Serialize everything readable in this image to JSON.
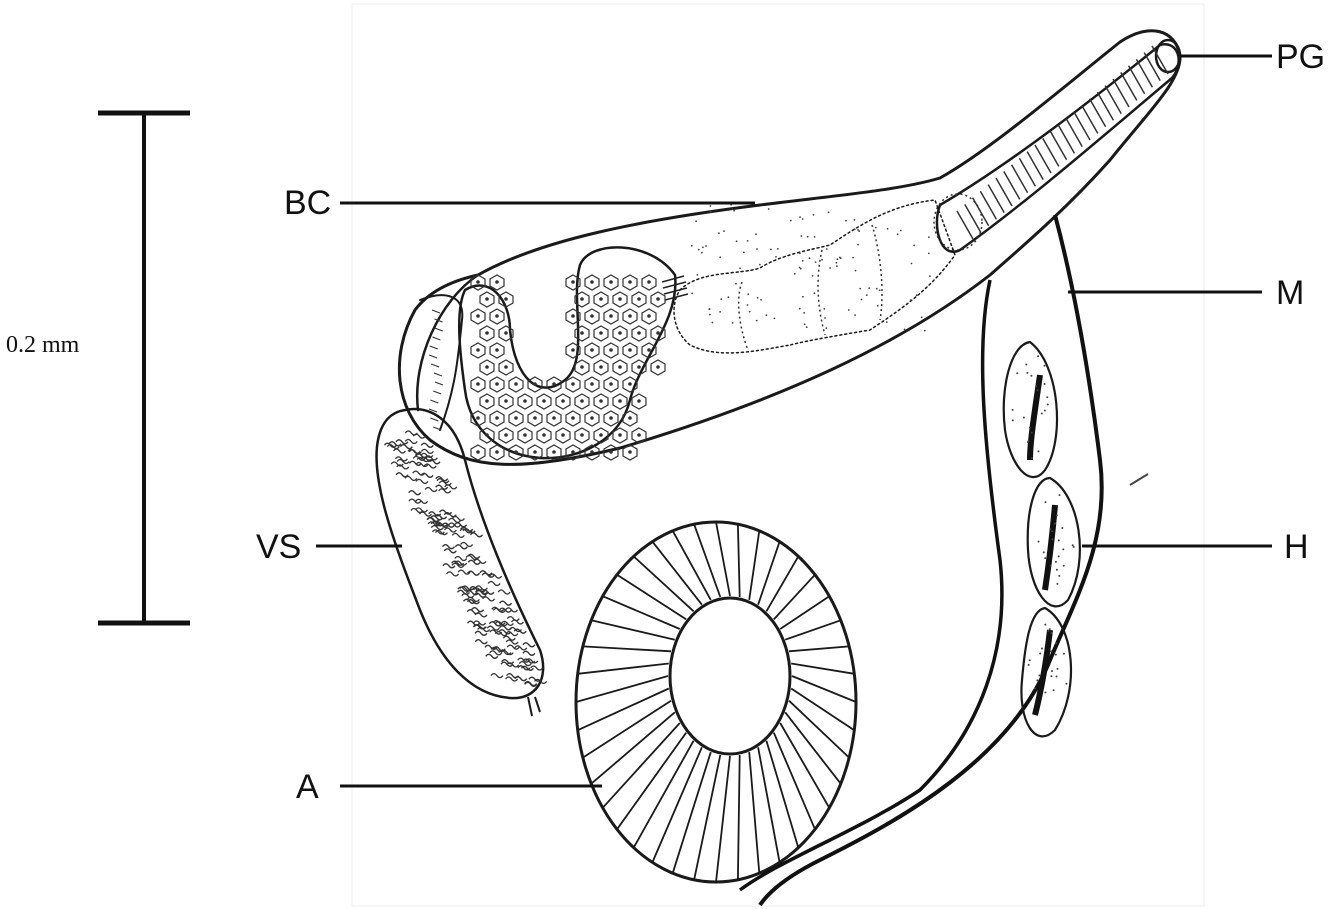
{
  "scale_bar": {
    "label": "0.2 mm"
  },
  "labels": {
    "pg": "PG",
    "bc": "BC",
    "m": "M",
    "vs": "VS",
    "h": "H",
    "a": "A"
  }
}
